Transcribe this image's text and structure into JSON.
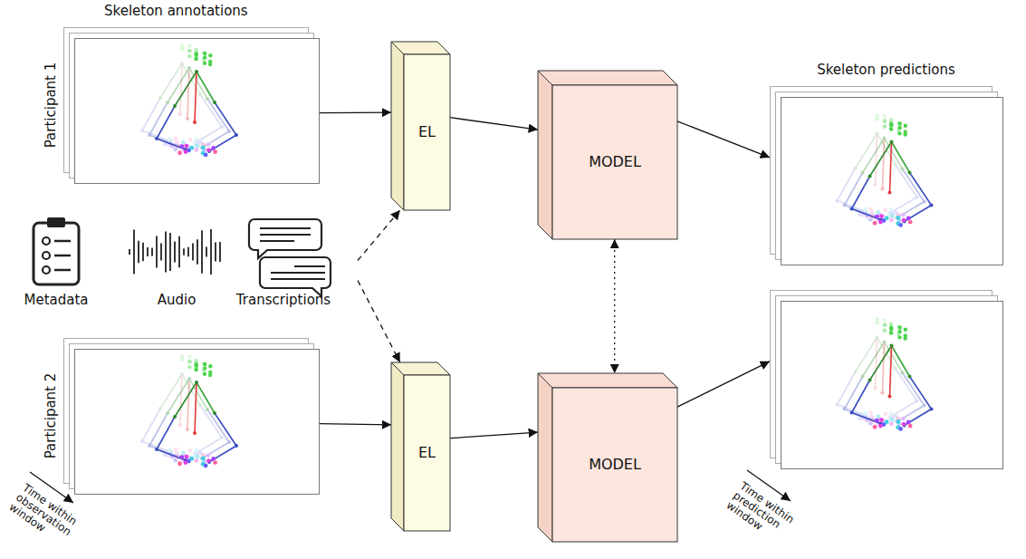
{
  "diagram": {
    "nodes": [
      {
        "text": [
          "Skeleton annotations",
          "Participant 1"
        ]
      },
      {
        "text": [
          "Metadata",
          "Audio",
          "Transcriptions"
        ]
      },
      {
        "text": [
          "Participant 2",
          "Time within observation window"
        ]
      },
      {
        "text": [
          "EL"
        ]
      },
      {
        "text": [
          "EL"
        ]
      },
      {
        "text": [
          "MODEL"
        ]
      },
      {
        "text": [
          "MODEL"
        ]
      },
      {
        "text": [
          "Skeleton predictions"
        ]
      },
      {
        "text": [
          "Time within prediction window"
        ]
      }
    ],
    "edges": [
      {
        "from": 0,
        "to": 3,
        "arrow": "to"
      },
      {
        "from": 1,
        "to": 3,
        "arrow": "to"
      },
      {
        "from": 1,
        "to": 4,
        "arrow": "to"
      },
      {
        "from": 2,
        "to": 4,
        "arrow": "to"
      },
      {
        "from": 3,
        "to": 5,
        "arrow": "to"
      },
      {
        "from": 4,
        "to": 6,
        "arrow": "to"
      },
      {
        "from": 5,
        "to": 6,
        "arrow": "both"
      },
      {
        "from": 5,
        "to": 7,
        "arrow": "to"
      },
      {
        "from": 6,
        "to": 8,
        "arrow": "to"
      }
    ]
  }
}
